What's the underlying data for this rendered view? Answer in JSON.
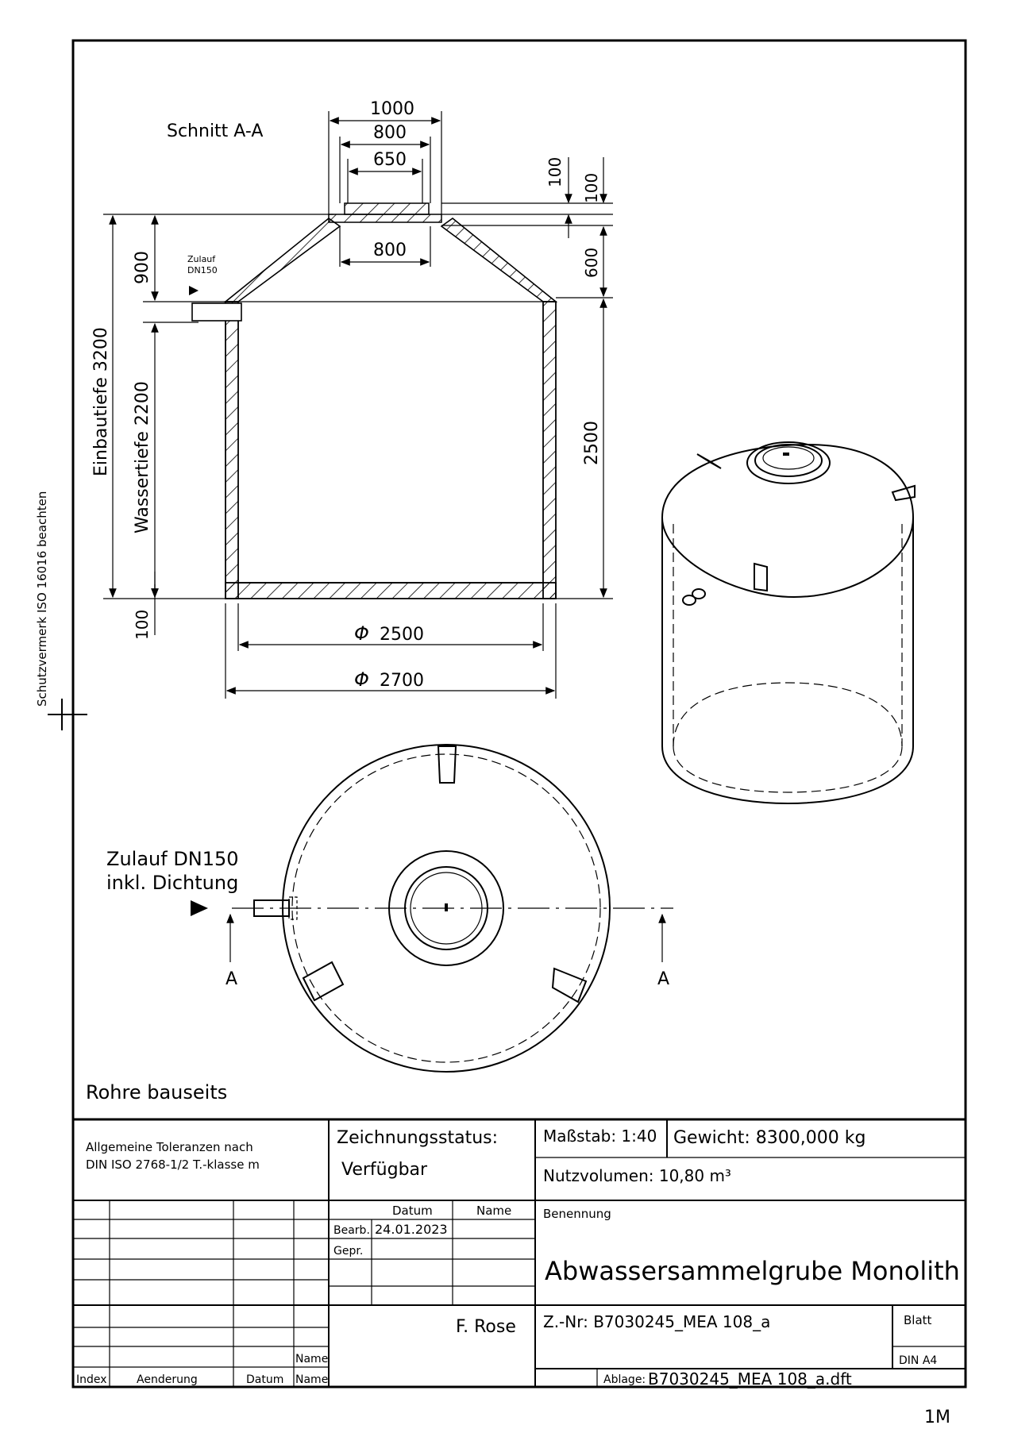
{
  "section": {
    "title": "Schnitt A-A",
    "dims": {
      "top_1000": "1000",
      "top_800": "800",
      "top_650": "650",
      "right_100a": "100",
      "right_100b": "100",
      "right_600": "600",
      "right_2500": "2500",
      "neck_800": "800",
      "left_900": "900",
      "left_100": "100",
      "einbautiefe": "Einbautiefe  3200",
      "wassertiefe": "Wassertiefe  2200",
      "dia_2500": "2500",
      "dia_2700": "2700",
      "dia_symbol": "Φ"
    },
    "inlet_small_1": "Zulauf",
    "inlet_small_2": "DN150"
  },
  "plan": {
    "inlet_label_1": "Zulauf DN150",
    "inlet_label_2": "inkl. Dichtung",
    "cut_left": "A",
    "cut_right": "A"
  },
  "note_pipes": "Rohre bauseits",
  "side_note": "Schutzvermerk ISO 16016 beachten",
  "title_block": {
    "tolerances_1": "Allgemeine Toleranzen nach",
    "tolerances_2": "DIN ISO 2768-1/2 T.-klasse m",
    "status_label": "Zeichnungsstatus:",
    "status_value": "Verfügbar",
    "scale": "Maßstab: 1:40",
    "weight": "Gewicht: 8300,000 kg",
    "volume": "Nutzvolumen: 10,80 m³",
    "col_datum": "Datum",
    "col_name": "Name",
    "bearb_label": "Bearb.",
    "bearb_date": "24.01.2023",
    "gepr_label": "Gepr.",
    "benennung_label": "Benennung",
    "title": "Abwassersammelgrube Monolith",
    "author": "F. Rose",
    "drawing_no": "Z.-Nr: B7030245_MEA 108_a",
    "blatt": "Blatt",
    "din": "DIN A4",
    "ablage_label": "Ablage:",
    "ablage_value": "B7030245_MEA 108_a.dft",
    "rev_name": "Name",
    "rev_index": "Index",
    "rev_change": "Aenderung",
    "rev_date": "Datum",
    "rev_name2": "Name"
  },
  "corner_mark": "1M"
}
